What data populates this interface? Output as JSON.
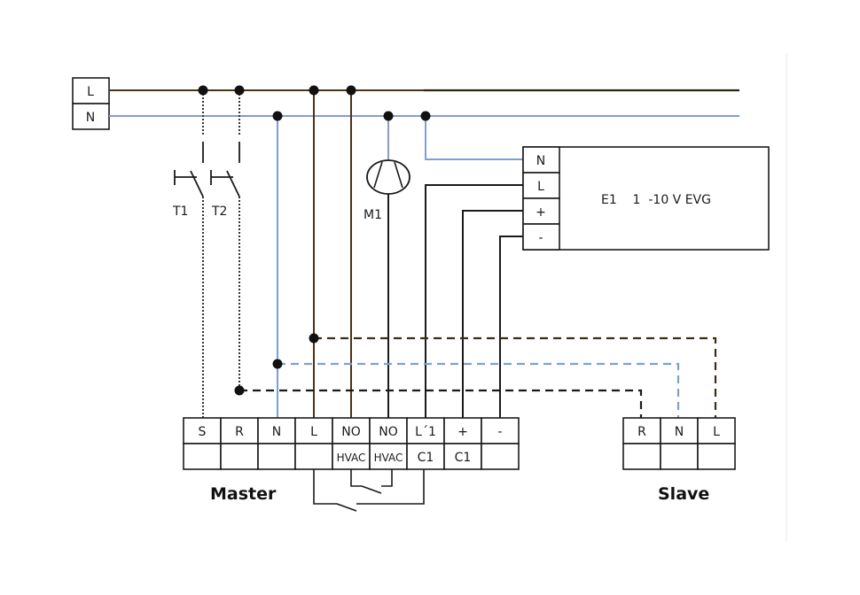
{
  "colors": {
    "live": "#4a3416",
    "neutral": "#7f9fcf",
    "signal": "#1a1a1a",
    "frame": "#e6e6e6"
  },
  "supply": {
    "labels": [
      "L",
      "N"
    ]
  },
  "switches": {
    "t1": "T1",
    "t2": "T2"
  },
  "motor": {
    "label": "M1"
  },
  "driver": {
    "title": "E1    1  -10 V EVG",
    "terminals": [
      "N",
      "L",
      "+",
      "-"
    ]
  },
  "master": {
    "label": "Master",
    "top_row": [
      "S",
      "R",
      "N",
      "L",
      "NO",
      "NO",
      "L´1",
      "+",
      "-"
    ],
    "bottom_row": [
      "",
      "",
      "",
      "",
      "HVAC",
      "HVAC",
      "C1",
      "C1",
      ""
    ]
  },
  "slave": {
    "label": "Slave",
    "top_row": [
      "R",
      "N",
      "L"
    ],
    "bottom_row": [
      "",
      "",
      ""
    ]
  }
}
